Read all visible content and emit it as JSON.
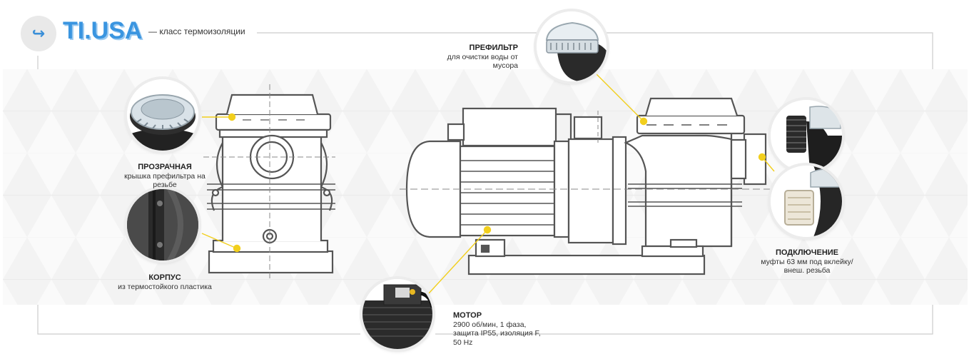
{
  "header": {
    "logo_icon": "arrow-return-icon",
    "logo_glyph": "↪",
    "brand": "TI.USA",
    "tagline": "— класс термоизоляции"
  },
  "colors": {
    "brand_blue": "#3a95e0",
    "callout_yellow": "#f2cf1d",
    "drawing_line": "#555555",
    "frame_line": "#cccccc"
  },
  "callouts": {
    "prefilter": {
      "title": "ПРЕФИЛЬТР",
      "text_line1": "для очистки воды от",
      "text_line2": "мусора"
    },
    "lid": {
      "title": "ПРОЗРАЧНАЯ",
      "text_line1": "крышка префильтра на",
      "text_line2": "резьбе"
    },
    "body": {
      "title": "КОРПУС",
      "text_line1": "из термостойкого пластика"
    },
    "connection": {
      "title": "ПОДКЛЮЧЕНИЕ",
      "text_line1": "муфты 63 мм под вклейку/",
      "text_line2": "внеш. резьба"
    },
    "motor": {
      "title": "МОТОР",
      "text_line1": "2900 об/мин, 1 фаза,",
      "text_line2": "защита IP55, изоляция F,",
      "text_line3": "50 Hz"
    }
  }
}
